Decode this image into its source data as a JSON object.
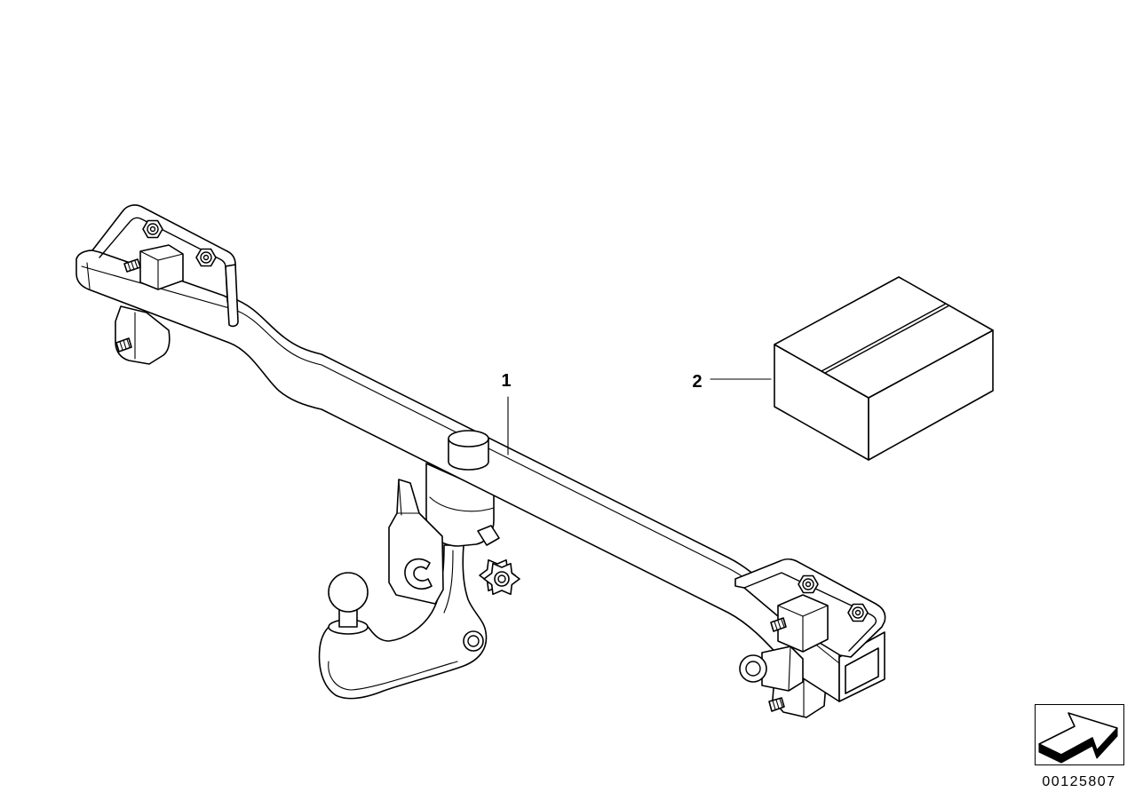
{
  "diagram": {
    "colors": {
      "line": "#000000",
      "background": "#ffffff"
    },
    "callouts": [
      {
        "label": "1"
      },
      {
        "label": "2"
      }
    ],
    "diagram_number": "00125807",
    "icons": {
      "orientation": "arrow-icon"
    }
  }
}
